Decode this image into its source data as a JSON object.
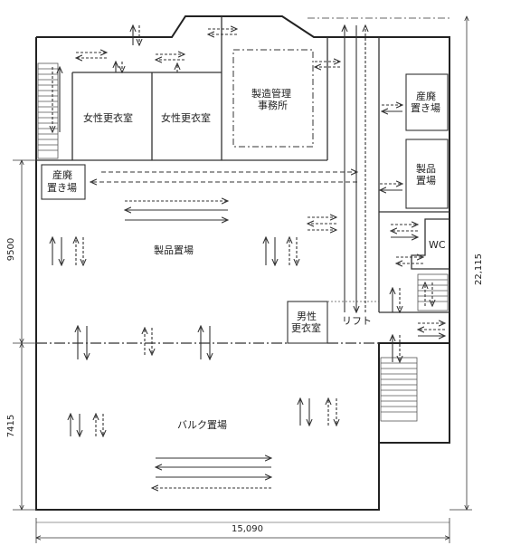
{
  "rooms": {
    "female_locker_1": "女性更衣室",
    "female_locker_2": "女性更衣室",
    "production_office_line1": "製造管理",
    "production_office_line2": "事務所",
    "waste_area_right_line1": "産廃",
    "waste_area_right_line2": "置き場",
    "product_storage_right_line1": "製品",
    "product_storage_right_line2": "置場",
    "waste_area_left_line1": "産廃",
    "waste_area_left_line2": "置き場",
    "product_storage_main": "製品置場",
    "toilet": "WC",
    "male_locker_line1": "男性",
    "male_locker_line2": "更衣室",
    "lift": "リフト",
    "bulk_storage": "バルク置場"
  },
  "dimensions": {
    "total_width": "15,090",
    "total_height": "22,115",
    "upper_section_height": "9500",
    "lower_section_height": "7415"
  }
}
